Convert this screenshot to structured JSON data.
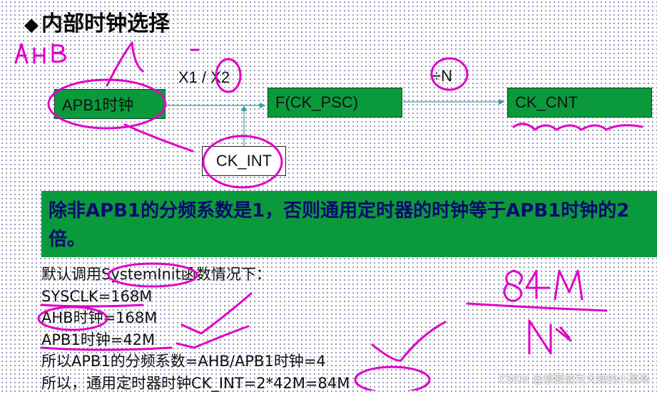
{
  "title": {
    "bullet": "◆",
    "text": "内部时钟选择"
  },
  "diagram": {
    "boxes": {
      "apb1": "APB1时钟",
      "psc": "F(CK_PSC)",
      "cnt": "CK_CNT",
      "int": "CK_INT"
    },
    "multiplier_label": "X1 / X2",
    "divider_label": "÷N"
  },
  "note": "除非APB1的分频系数是1，否则通用定时器的时钟等于APB1时钟的2倍。",
  "body_lines": [
    "默认调用SystemInit函数情况下：",
    "SYSCLK=168M",
    "AHB时钟=168M",
    "APB1时钟=42M",
    "所以APB1的分频系数=AHB/APB1时钟=4",
    "所以，通用定时器时钟CK_INT=2*42M=84M"
  ],
  "handwriting": {
    "ahb": "AHB",
    "fraction_numerator": "84M",
    "fraction_denominator": "N"
  },
  "watermark": "CSDN @想要成为大神的小菜鸟",
  "colors": {
    "box_green": "#0a9a3c",
    "annotation_magenta": "#e000c8",
    "note_text": "#0a0a6e"
  }
}
